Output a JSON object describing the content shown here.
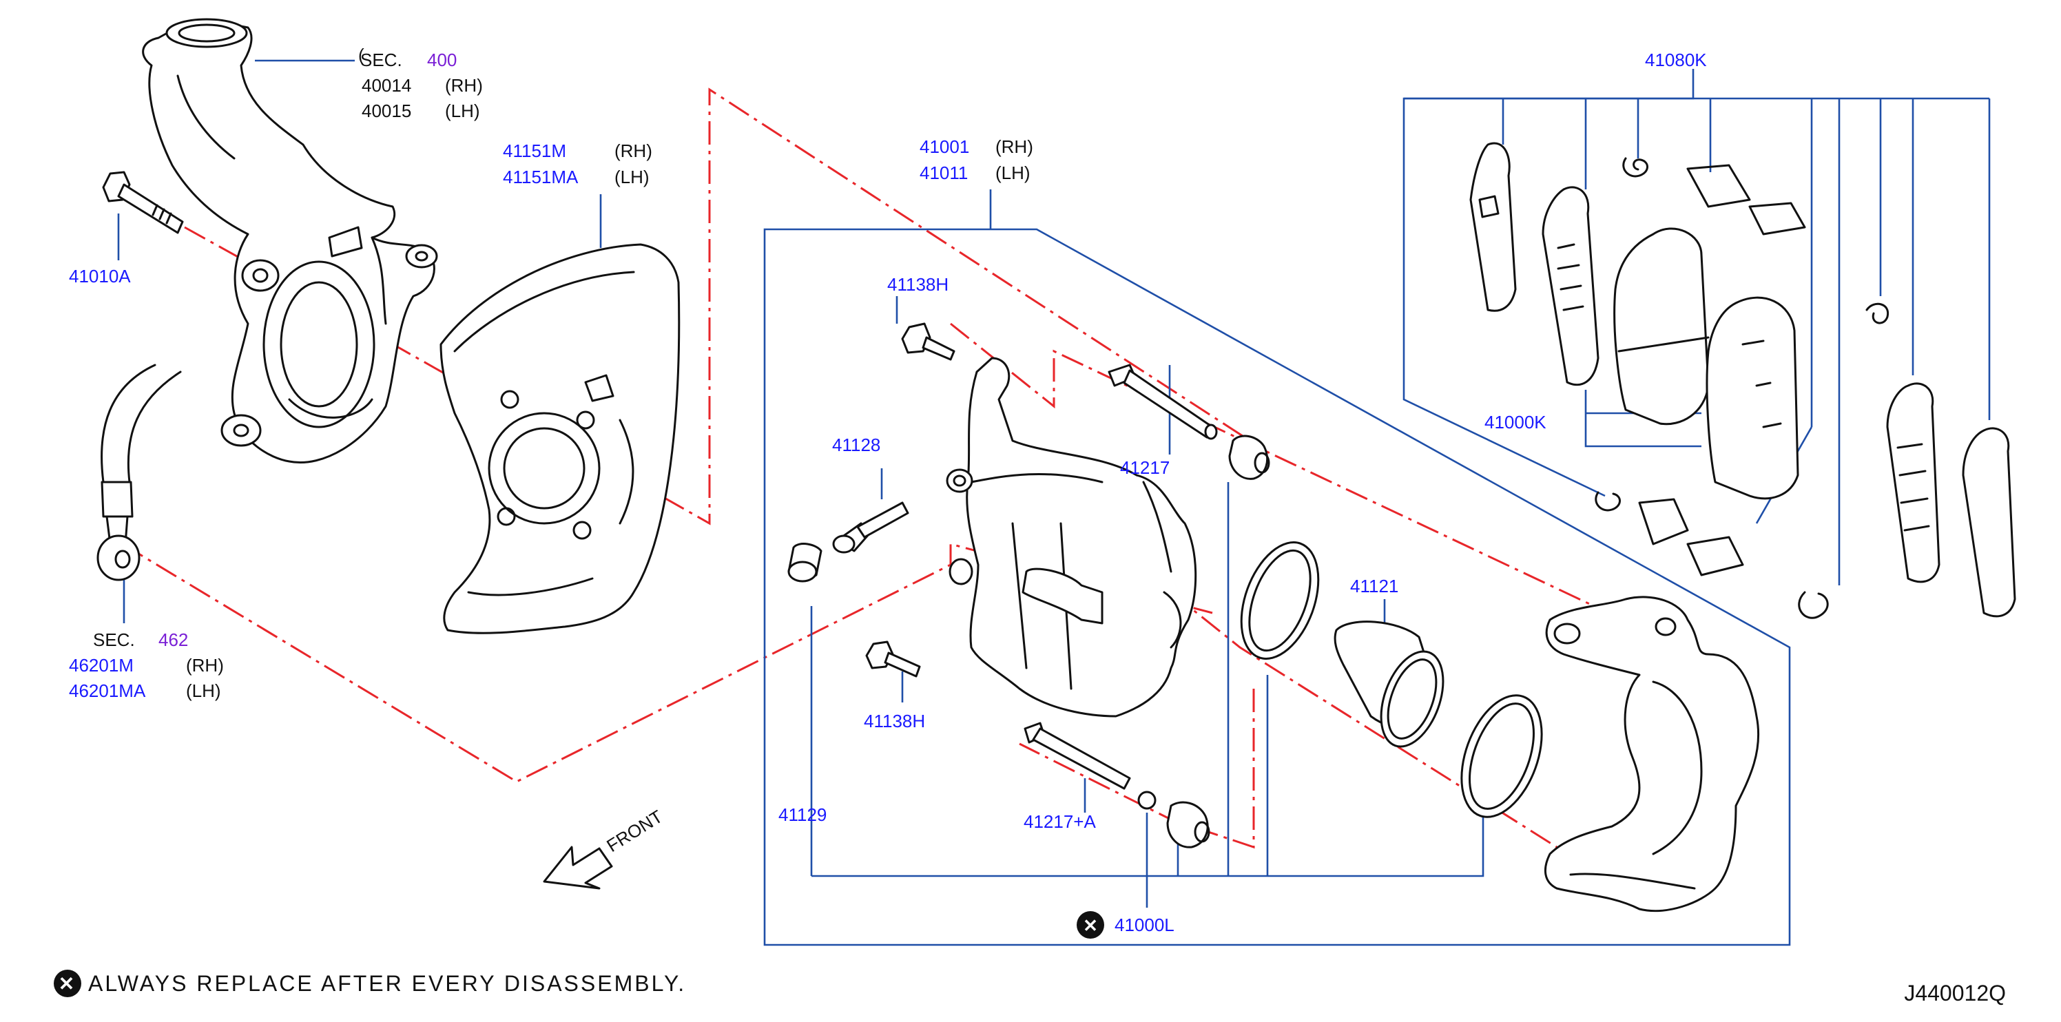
{
  "labels": {
    "sec400": "SEC.",
    "sec400_num": "400",
    "k40014": "40014",
    "k40014_side": "(RH)",
    "k40015": "40015",
    "k40015_side": "(LH)",
    "k41010a": "41010A",
    "k41151m": "41151M",
    "k41151m_side": "(RH)",
    "k41151ma": "41151MA",
    "k41151ma_side": "(LH)",
    "sec462": "SEC.",
    "sec462_num": "462",
    "k46201m": "46201M",
    "k46201m_side": "(RH)",
    "k46201ma": "46201MA",
    "k46201ma_side": "(LH)",
    "k41001": "41001",
    "k41001_side": "(RH)",
    "k41011": "41011",
    "k41011_side": "(LH)",
    "k41138h_top": "41138H",
    "k41128": "41128",
    "k41217": "41217",
    "k41121": "41121",
    "k41138h_bot": "41138H",
    "k41129": "41129",
    "k41217a": "41217+A",
    "k41000l": "41000L",
    "k41080k": "41080K",
    "k41000k": "41000K",
    "front": "FRONT"
  },
  "replace_mark": "✕",
  "footer_note": "ALWAYS REPLACE AFTER EVERY DISASSEMBLY.",
  "diagram_code": "J440012Q",
  "colors": {
    "part_number": "#1a1aff",
    "section_ref": "#7a1fd6",
    "leader": "#1f4fa8",
    "centerline": "#e8262a"
  }
}
